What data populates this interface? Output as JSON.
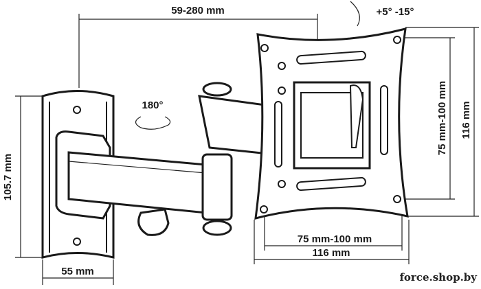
{
  "dimensions": {
    "arm_extension": "59-280 mm",
    "tilt": "+5° -15°",
    "swivel": "180°",
    "wall_plate_height": "105.7 mm",
    "wall_plate_width": "55 mm",
    "vesa_vertical": "75 mm-100 mm",
    "plate_height": "116 mm",
    "vesa_horizontal": "75 mm-100 mm",
    "plate_width": "116 mm"
  },
  "watermark": "force.shop.by"
}
